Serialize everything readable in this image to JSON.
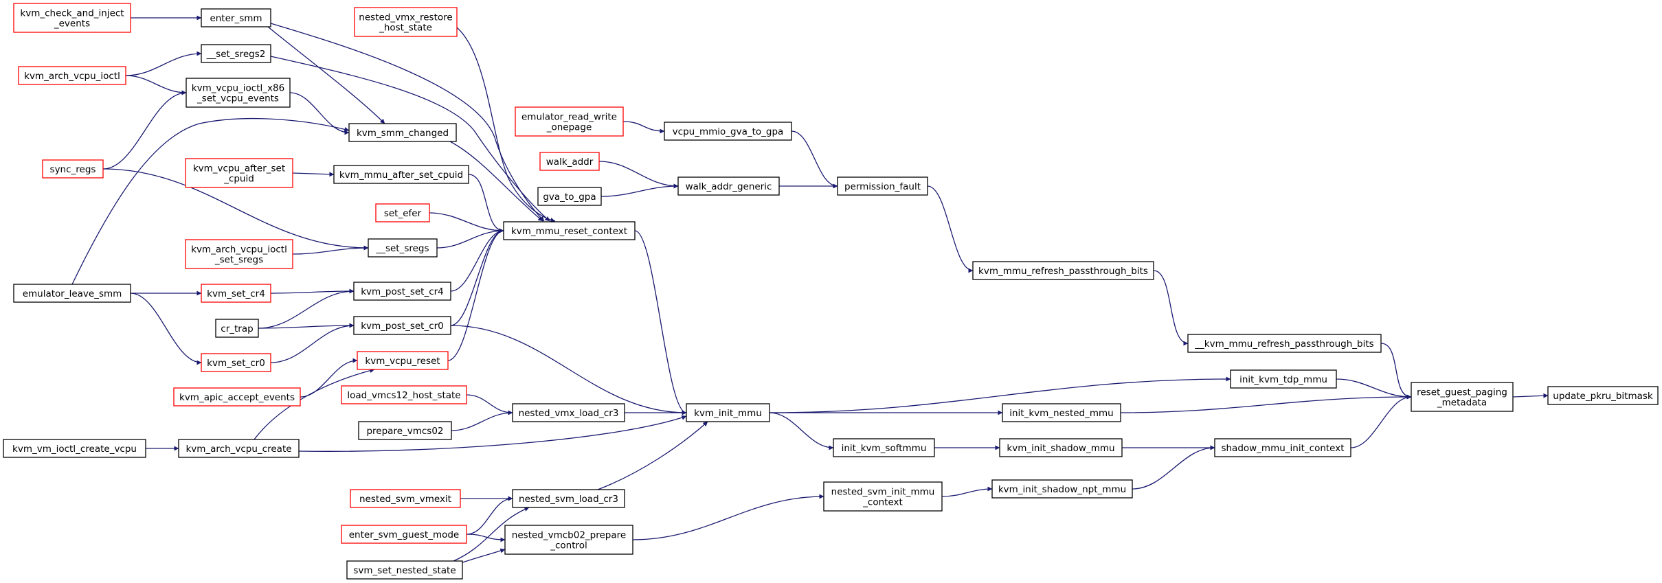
{
  "colors": {
    "edge": "#191970",
    "border_default": "#000000",
    "border_truncated": "#ff0000",
    "highlight_fill": "#bfbfbf"
  },
  "nodes": [
    {
      "id": "update_pkru_bitmask",
      "lines": [
        "update_pkru_bitmask"
      ],
      "style": "highlight"
    },
    {
      "id": "reset_guest_paging_metadata",
      "lines": [
        "reset_guest_paging",
        "_metadata"
      ],
      "style": "normal"
    },
    {
      "id": "__kvm_mmu_refresh_passthrough_bits",
      "lines": [
        "__kvm_mmu_refresh_passthrough_bits"
      ],
      "style": "normal"
    },
    {
      "id": "init_kvm_tdp_mmu",
      "lines": [
        "init_kvm_tdp_mmu"
      ],
      "style": "normal"
    },
    {
      "id": "init_kvm_nested_mmu",
      "lines": [
        "init_kvm_nested_mmu"
      ],
      "style": "normal"
    },
    {
      "id": "shadow_mmu_init_context",
      "lines": [
        "shadow_mmu_init_context"
      ],
      "style": "normal"
    },
    {
      "id": "kvm_mmu_refresh_passthrough_bits",
      "lines": [
        "kvm_mmu_refresh_passthrough_bits"
      ],
      "style": "normal"
    },
    {
      "id": "permission_fault",
      "lines": [
        "permission_fault"
      ],
      "style": "normal"
    },
    {
      "id": "walk_addr_generic",
      "lines": [
        "walk_addr_generic"
      ],
      "style": "normal"
    },
    {
      "id": "vcpu_mmio_gva_to_gpa",
      "lines": [
        "vcpu_mmio_gva_to_gpa"
      ],
      "style": "normal"
    },
    {
      "id": "emulator_read_write_onepage",
      "lines": [
        "emulator_read_write",
        "_onepage"
      ],
      "style": "truncated"
    },
    {
      "id": "walk_addr",
      "lines": [
        "walk_addr"
      ],
      "style": "truncated"
    },
    {
      "id": "gva_to_gpa",
      "lines": [
        "gva_to_gpa"
      ],
      "style": "normal"
    },
    {
      "id": "kvm_init_mmu",
      "lines": [
        "kvm_init_mmu"
      ],
      "style": "normal"
    },
    {
      "id": "kvm_mmu_reset_context",
      "lines": [
        "kvm_mmu_reset_context"
      ],
      "style": "normal"
    },
    {
      "id": "init_kvm_softmmu",
      "lines": [
        "init_kvm_softmmu"
      ],
      "style": "normal"
    },
    {
      "id": "kvm_init_shadow_mmu",
      "lines": [
        "kvm_init_shadow_mmu"
      ],
      "style": "normal"
    },
    {
      "id": "kvm_init_shadow_npt_mmu",
      "lines": [
        "kvm_init_shadow_npt_mmu"
      ],
      "style": "normal"
    },
    {
      "id": "nested_svm_init_mmu_context",
      "lines": [
        "nested_svm_init_mmu",
        "_context"
      ],
      "style": "normal"
    },
    {
      "id": "nested_vmcb02_prepare_control",
      "lines": [
        "nested_vmcb02_prepare",
        "_control"
      ],
      "style": "normal"
    },
    {
      "id": "nested_svm_load_cr3",
      "lines": [
        "nested_svm_load_cr3"
      ],
      "style": "normal"
    },
    {
      "id": "nested_vmx_load_cr3",
      "lines": [
        "nested_vmx_load_cr3"
      ],
      "style": "normal"
    },
    {
      "id": "kvm_arch_vcpu_create",
      "lines": [
        "kvm_arch_vcpu_create"
      ],
      "style": "normal"
    },
    {
      "id": "kvm_post_set_cr0",
      "lines": [
        "kvm_post_set_cr0"
      ],
      "style": "normal"
    },
    {
      "id": "kvm_post_set_cr4",
      "lines": [
        "kvm_post_set_cr4"
      ],
      "style": "normal"
    },
    {
      "id": "kvm_vcpu_reset",
      "lines": [
        "kvm_vcpu_reset"
      ],
      "style": "truncated"
    },
    {
      "id": "__set_sregs",
      "lines": [
        "__set_sregs"
      ],
      "style": "normal"
    },
    {
      "id": "set_efer",
      "lines": [
        "set_efer"
      ],
      "style": "truncated"
    },
    {
      "id": "kvm_mmu_after_set_cpuid",
      "lines": [
        "kvm_mmu_after_set_cpuid"
      ],
      "style": "normal"
    },
    {
      "id": "kvm_smm_changed",
      "lines": [
        "kvm_smm_changed"
      ],
      "style": "normal"
    },
    {
      "id": "nested_vmx_restore_host_state",
      "lines": [
        "nested_vmx_restore",
        "_host_state"
      ],
      "style": "truncated"
    },
    {
      "id": "__set_sregs2",
      "lines": [
        "__set_sregs2"
      ],
      "style": "normal"
    },
    {
      "id": "kvm_vcpu_ioctl_x86_set_vcpu_events",
      "lines": [
        "kvm_vcpu_ioctl_x86",
        "_set_vcpu_events"
      ],
      "style": "normal"
    },
    {
      "id": "enter_smm",
      "lines": [
        "enter_smm"
      ],
      "style": "normal"
    },
    {
      "id": "kvm_check_and_inject_events",
      "lines": [
        "kvm_check_and_inject",
        "_events"
      ],
      "style": "truncated"
    },
    {
      "id": "kvm_arch_vcpu_ioctl",
      "lines": [
        "kvm_arch_vcpu_ioctl"
      ],
      "style": "truncated"
    },
    {
      "id": "sync_regs",
      "lines": [
        "sync_regs"
      ],
      "style": "truncated"
    },
    {
      "id": "kvm_vcpu_after_set_cpuid",
      "lines": [
        "kvm_vcpu_after_set",
        "_cpuid"
      ],
      "style": "truncated"
    },
    {
      "id": "kvm_arch_vcpu_ioctl_set_sregs",
      "lines": [
        "kvm_arch_vcpu_ioctl",
        "_set_sregs"
      ],
      "style": "truncated"
    },
    {
      "id": "emulator_leave_smm",
      "lines": [
        "emulator_leave_smm"
      ],
      "style": "normal"
    },
    {
      "id": "kvm_set_cr4",
      "lines": [
        "kvm_set_cr4"
      ],
      "style": "truncated"
    },
    {
      "id": "cr_trap",
      "lines": [
        "cr_trap"
      ],
      "style": "normal"
    },
    {
      "id": "kvm_set_cr0",
      "lines": [
        "kvm_set_cr0"
      ],
      "style": "truncated"
    },
    {
      "id": "kvm_apic_accept_events",
      "lines": [
        "kvm_apic_accept_events"
      ],
      "style": "truncated"
    },
    {
      "id": "load_vmcs12_host_state",
      "lines": [
        "load_vmcs12_host_state"
      ],
      "style": "truncated"
    },
    {
      "id": "prepare_vmcs02",
      "lines": [
        "prepare_vmcs02"
      ],
      "style": "normal"
    },
    {
      "id": "kvm_vm_ioctl_create_vcpu",
      "lines": [
        "kvm_vm_ioctl_create_vcpu"
      ],
      "style": "normal"
    },
    {
      "id": "nested_svm_vmexit",
      "lines": [
        "nested_svm_vmexit"
      ],
      "style": "truncated"
    },
    {
      "id": "enter_svm_guest_mode",
      "lines": [
        "enter_svm_guest_mode"
      ],
      "style": "truncated"
    },
    {
      "id": "svm_set_nested_state",
      "lines": [
        "svm_set_nested_state"
      ],
      "style": "normal"
    }
  ],
  "edges": [
    [
      "reset_guest_paging_metadata",
      "update_pkru_bitmask"
    ],
    [
      "__kvm_mmu_refresh_passthrough_bits",
      "reset_guest_paging_metadata"
    ],
    [
      "init_kvm_tdp_mmu",
      "reset_guest_paging_metadata"
    ],
    [
      "init_kvm_nested_mmu",
      "reset_guest_paging_metadata"
    ],
    [
      "shadow_mmu_init_context",
      "reset_guest_paging_metadata"
    ],
    [
      "kvm_mmu_refresh_passthrough_bits",
      "__kvm_mmu_refresh_passthrough_bits"
    ],
    [
      "permission_fault",
      "kvm_mmu_refresh_passthrough_bits"
    ],
    [
      "vcpu_mmio_gva_to_gpa",
      "permission_fault"
    ],
    [
      "walk_addr_generic",
      "permission_fault"
    ],
    [
      "emulator_read_write_onepage",
      "vcpu_mmio_gva_to_gpa"
    ],
    [
      "walk_addr",
      "walk_addr_generic"
    ],
    [
      "gva_to_gpa",
      "walk_addr_generic"
    ],
    [
      "kvm_init_mmu",
      "init_kvm_tdp_mmu"
    ],
    [
      "kvm_init_mmu",
      "init_kvm_nested_mmu"
    ],
    [
      "kvm_init_mmu",
      "init_kvm_softmmu"
    ],
    [
      "init_kvm_softmmu",
      "kvm_init_shadow_mmu"
    ],
    [
      "kvm_init_shadow_mmu",
      "shadow_mmu_init_context"
    ],
    [
      "kvm_init_shadow_npt_mmu",
      "shadow_mmu_init_context"
    ],
    [
      "nested_svm_init_mmu_context",
      "kvm_init_shadow_npt_mmu"
    ],
    [
      "nested_vmcb02_prepare_control",
      "nested_svm_init_mmu_context"
    ],
    [
      "kvm_mmu_reset_context",
      "kvm_init_mmu"
    ],
    [
      "kvm_post_set_cr0",
      "kvm_init_mmu"
    ],
    [
      "nested_vmx_load_cr3",
      "kvm_init_mmu"
    ],
    [
      "kvm_arch_vcpu_create",
      "kvm_init_mmu"
    ],
    [
      "nested_svm_load_cr3",
      "kvm_init_mmu"
    ],
    [
      "nested_vmx_restore_host_state",
      "kvm_mmu_reset_context"
    ],
    [
      "__set_sregs2",
      "kvm_mmu_reset_context"
    ],
    [
      "enter_smm",
      "kvm_mmu_reset_context"
    ],
    [
      "kvm_smm_changed",
      "kvm_mmu_reset_context"
    ],
    [
      "kvm_mmu_after_set_cpuid",
      "kvm_mmu_reset_context"
    ],
    [
      "set_efer",
      "kvm_mmu_reset_context"
    ],
    [
      "__set_sregs",
      "kvm_mmu_reset_context"
    ],
    [
      "kvm_post_set_cr4",
      "kvm_mmu_reset_context"
    ],
    [
      "kvm_post_set_cr0",
      "kvm_mmu_reset_context"
    ],
    [
      "kvm_vcpu_reset",
      "kvm_mmu_reset_context"
    ],
    [
      "kvm_check_and_inject_events",
      "enter_smm"
    ],
    [
      "enter_smm",
      "kvm_smm_changed"
    ],
    [
      "kvm_vcpu_ioctl_x86_set_vcpu_events",
      "kvm_smm_changed"
    ],
    [
      "emulator_leave_smm",
      "kvm_smm_changed"
    ],
    [
      "kvm_arch_vcpu_ioctl",
      "__set_sregs2"
    ],
    [
      "kvm_arch_vcpu_ioctl",
      "kvm_vcpu_ioctl_x86_set_vcpu_events"
    ],
    [
      "sync_regs",
      "kvm_vcpu_ioctl_x86_set_vcpu_events"
    ],
    [
      "sync_regs",
      "__set_sregs"
    ],
    [
      "kvm_vcpu_after_set_cpuid",
      "kvm_mmu_after_set_cpuid"
    ],
    [
      "kvm_arch_vcpu_ioctl_set_sregs",
      "__set_sregs"
    ],
    [
      "emulator_leave_smm",
      "kvm_set_cr4"
    ],
    [
      "emulator_leave_smm",
      "kvm_set_cr0"
    ],
    [
      "kvm_set_cr4",
      "kvm_post_set_cr4"
    ],
    [
      "cr_trap",
      "kvm_post_set_cr4"
    ],
    [
      "cr_trap",
      "kvm_post_set_cr0"
    ],
    [
      "kvm_set_cr0",
      "kvm_post_set_cr0"
    ],
    [
      "kvm_apic_accept_events",
      "kvm_vcpu_reset"
    ],
    [
      "kvm_arch_vcpu_create",
      "kvm_vcpu_reset"
    ],
    [
      "load_vmcs12_host_state",
      "nested_vmx_load_cr3"
    ],
    [
      "prepare_vmcs02",
      "nested_vmx_load_cr3"
    ],
    [
      "kvm_vm_ioctl_create_vcpu",
      "kvm_arch_vcpu_create"
    ],
    [
      "nested_svm_vmexit",
      "nested_svm_load_cr3"
    ],
    [
      "enter_svm_guest_mode",
      "nested_svm_load_cr3"
    ],
    [
      "svm_set_nested_state",
      "nested_svm_load_cr3"
    ],
    [
      "enter_svm_guest_mode",
      "nested_vmcb02_prepare_control"
    ],
    [
      "svm_set_nested_state",
      "nested_vmcb02_prepare_control"
    ]
  ]
}
